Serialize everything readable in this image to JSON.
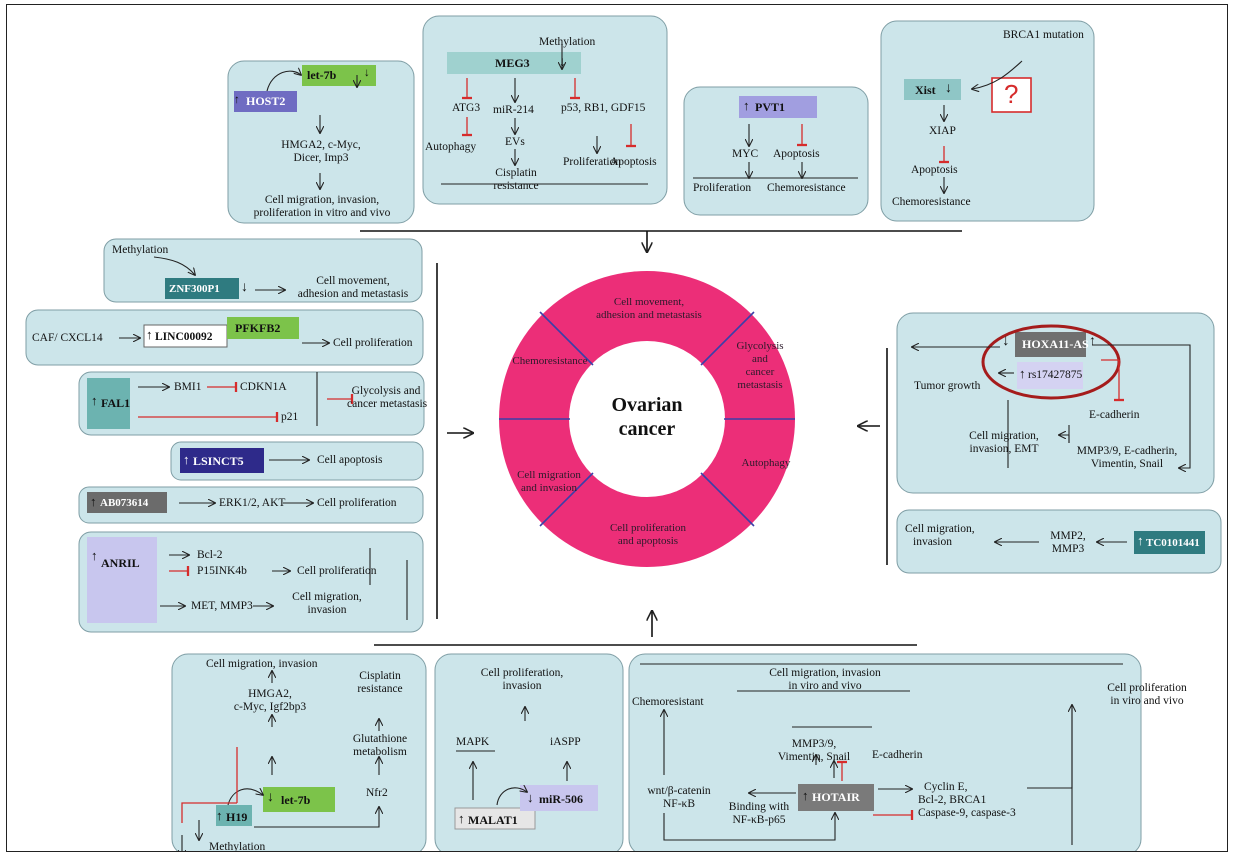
{
  "center": {
    "title_line1": "Ovarian",
    "title_line2": "cancer"
  },
  "ring": {
    "movement": [
      "Cell movement,",
      "adhesion and metastasis"
    ],
    "glycolysis": [
      "Glycolysis",
      "and",
      "cancer",
      "metastasis"
    ],
    "chemoresistance": [
      "Chemoresistance"
    ],
    "autophagy": [
      "Autophagy"
    ],
    "migration": [
      "Cell migration",
      "and invasion"
    ],
    "proliferation": [
      "Cell proliferation",
      "and apoptosis"
    ]
  },
  "host2": {
    "let7b": "let-7b",
    "gene": "HOST2",
    "targets": [
      "HMGA2, c-Myc,",
      "Dicer, Imp3"
    ],
    "outcome": [
      "Cell migration, invasion,",
      "proliferation in vitro and vivo"
    ]
  },
  "meg3": {
    "methylation": "Methylation",
    "gene": "MEG3",
    "atg3": "ATG3",
    "autophagy": "Autophagy",
    "mir214": "miR-214",
    "evs": "EVs",
    "cisplatin": [
      "Cisplatin",
      "resistance"
    ],
    "p53": "p53, RB1, GDF15",
    "proliferation": "Proliferation",
    "apoptosis": "Apoptosis"
  },
  "pvt1": {
    "gene": "PVT1",
    "myc": "MYC",
    "apoptosis": "Apoptosis",
    "proliferation": "Proliferation",
    "chemoresistance": "Chemoresistance"
  },
  "xist": {
    "brca1": "BRCA1 mutation",
    "gene": "Xist",
    "question": "?",
    "xiap": "XIAP",
    "apoptosis": "Apoptosis",
    "chemoresistance": "Chemoresistance"
  },
  "znf": {
    "methylation": "Methylation",
    "gene": "ZNF300P1",
    "outcome": [
      "Cell movement,",
      "adhesion and metastasis"
    ]
  },
  "linc": {
    "source": "CAF/ CXCL14",
    "gene": "LINC00092",
    "pfkfb2": "PFKFB2",
    "outcome": "Cell proliferation"
  },
  "fal1": {
    "gene": "FAL1",
    "bmi1": "BMI1",
    "cdkn1a": "CDKN1A",
    "p21": "p21",
    "outcome": [
      "Glycolysis and",
      "cancer metastasis"
    ]
  },
  "lsinct5": {
    "gene": "LSINCT5",
    "outcome": "Cell apoptosis"
  },
  "ab073614": {
    "gene": "AB073614",
    "mid": "ERK1/2, AKT",
    "outcome": "Cell proliferation"
  },
  "anril": {
    "gene": "ANRIL",
    "bcl2": "Bcl-2",
    "p15": "P15INK4b",
    "proliferation": "Cell proliferation",
    "met": "MET, MMP3",
    "migration": [
      "Cell migration,",
      "invasion"
    ]
  },
  "hoxa11": {
    "gene": "HOXA11-AS",
    "snp": "rs17427875",
    "tumor": "Tumor growth",
    "ecadherin": "E-cadherin",
    "migration": [
      "Cell migration,",
      "invasion, EMT"
    ],
    "mmp": [
      "MMP3/9, E-cadherin,",
      "Vimentin, Snail"
    ]
  },
  "tc0101441": {
    "gene": "TC0101441",
    "mmp": [
      "MMP2,",
      "MMP3"
    ],
    "outcome": [
      "Cell migration,",
      "invasion"
    ]
  },
  "h19": {
    "migration": "Cell migration, invasion",
    "targets": [
      "HMGA2,",
      "c-Myc, Igf2bp3"
    ],
    "cisplatin": [
      "Cisplatin",
      "resistance"
    ],
    "glutathione": [
      "Glutathione",
      "metabolism"
    ],
    "nfr2": "Nfr2",
    "gene": "H19",
    "let7b": "let-7b",
    "methylation": "Methylation"
  },
  "malat1": {
    "outcome": [
      "Cell proliferation,",
      "invasion"
    ],
    "mapk": "MAPK",
    "iaspp": "iASPP",
    "gene": "MALAT1",
    "mir506": "miR-506"
  },
  "hotair": {
    "migration": [
      "Cell migration, invasion",
      "in viro and vivo"
    ],
    "proliferation": [
      "Cell proliferation",
      "in viro and vivo"
    ],
    "chemoresistant": "Chemoresistant",
    "mmp": [
      "MMP3/9,",
      "Vimentin, Snail"
    ],
    "ecadherin": "E-cadherin",
    "wnt": [
      "wnt/β-catenin",
      "NF-κB"
    ],
    "binding": [
      "Binding with",
      "NF-κB-p65"
    ],
    "gene": "HOTAIR",
    "cyclin": [
      "Cyclin E,",
      "Bcl-2, BRCA1",
      "Caspase-9, caspase-3"
    ]
  },
  "colors": {
    "panel_fill": "#cce5ea",
    "ring_fill": "#ec2e78",
    "ring_divider": "#3b3fa8",
    "inhibit": "#d62c2c",
    "oval": "#a51c1c",
    "green": "#7cc34a",
    "purple": "#6f6cc2",
    "dark_teal": "#2f7b80",
    "light_purple": "#c8c6ee",
    "teal_box": "#8fc6c6",
    "gray": "#7f7f7f"
  }
}
